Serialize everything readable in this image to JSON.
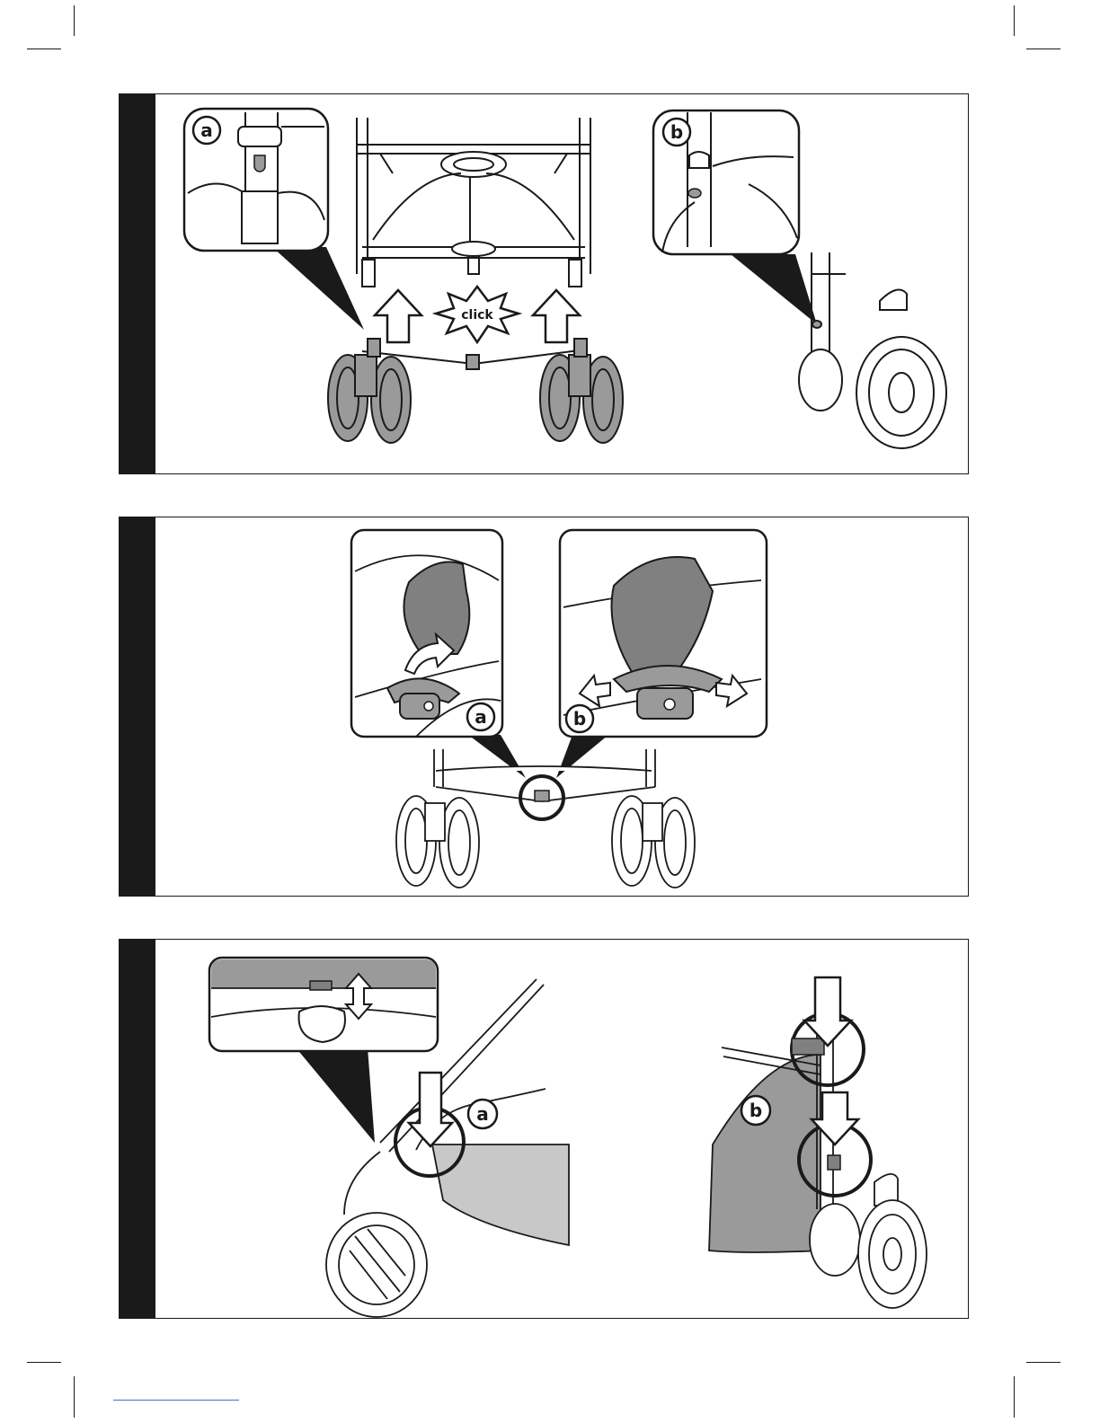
{
  "page": {
    "background": "#ffffff"
  },
  "colors": {
    "ink": "#1a1a1a",
    "fill_gray": "#9a9a9a",
    "light_gray": "#c8c8c8",
    "footer_rule": "#4a6ad8"
  },
  "panels": [
    {
      "callouts": {
        "a": "a",
        "b": "b"
      },
      "burst_text": "click",
      "icons": [
        "arrow-up-icon",
        "arrow-up-icon",
        "click-burst-icon"
      ]
    },
    {
      "callouts": {
        "a": "a",
        "b": "b"
      },
      "icons": [
        "curved-arrow-icon",
        "arrow-left-icon",
        "arrow-right-icon",
        "highlight-circle-icon"
      ]
    },
    {
      "callouts": {
        "a": "a",
        "b": "b"
      },
      "icons": [
        "arrow-down-icon",
        "arrow-down-icon",
        "arrow-down-icon",
        "up-down-arrow-icon",
        "highlight-circle-icon"
      ]
    }
  ]
}
